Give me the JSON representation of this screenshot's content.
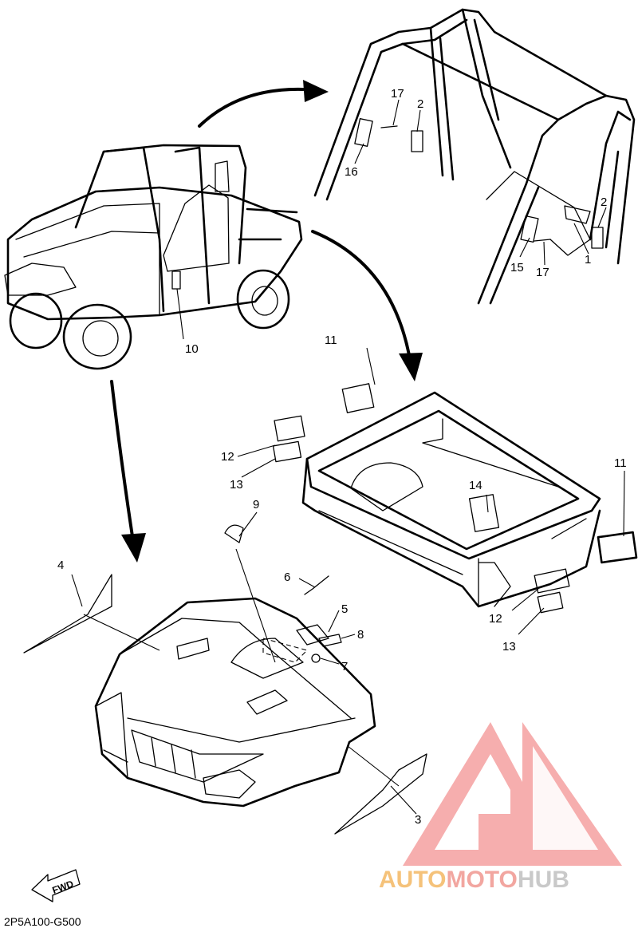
{
  "diagram": {
    "callouts": [
      {
        "id": "c1",
        "text": "1"
      },
      {
        "id": "c2a",
        "text": "2"
      },
      {
        "id": "c2b",
        "text": "2"
      },
      {
        "id": "c3",
        "text": "3"
      },
      {
        "id": "c4",
        "text": "4"
      },
      {
        "id": "c5",
        "text": "5"
      },
      {
        "id": "c6",
        "text": "6"
      },
      {
        "id": "c7",
        "text": "7"
      },
      {
        "id": "c8",
        "text": "8"
      },
      {
        "id": "c9",
        "text": "9"
      },
      {
        "id": "c10",
        "text": "10"
      },
      {
        "id": "c11a",
        "text": "11"
      },
      {
        "id": "c11b",
        "text": "11"
      },
      {
        "id": "c12a",
        "text": "12"
      },
      {
        "id": "c12b",
        "text": "12"
      },
      {
        "id": "c13a",
        "text": "13"
      },
      {
        "id": "c13b",
        "text": "13"
      },
      {
        "id": "c14",
        "text": "14"
      },
      {
        "id": "c15",
        "text": "15"
      },
      {
        "id": "c16",
        "text": "16"
      },
      {
        "id": "c17a",
        "text": "17"
      },
      {
        "id": "c17b",
        "text": "17"
      }
    ],
    "fwd_label": "FWD",
    "diagram_code": "2P5A100-G500"
  },
  "watermark": {
    "part1": "AUTO",
    "part2": "MOTO",
    "part3": "HUB",
    "colors": {
      "auto": "#f5c27a",
      "moto": "#f2a6a0",
      "hub": "#c9c9c9",
      "logo": "#f4a0a0"
    }
  }
}
